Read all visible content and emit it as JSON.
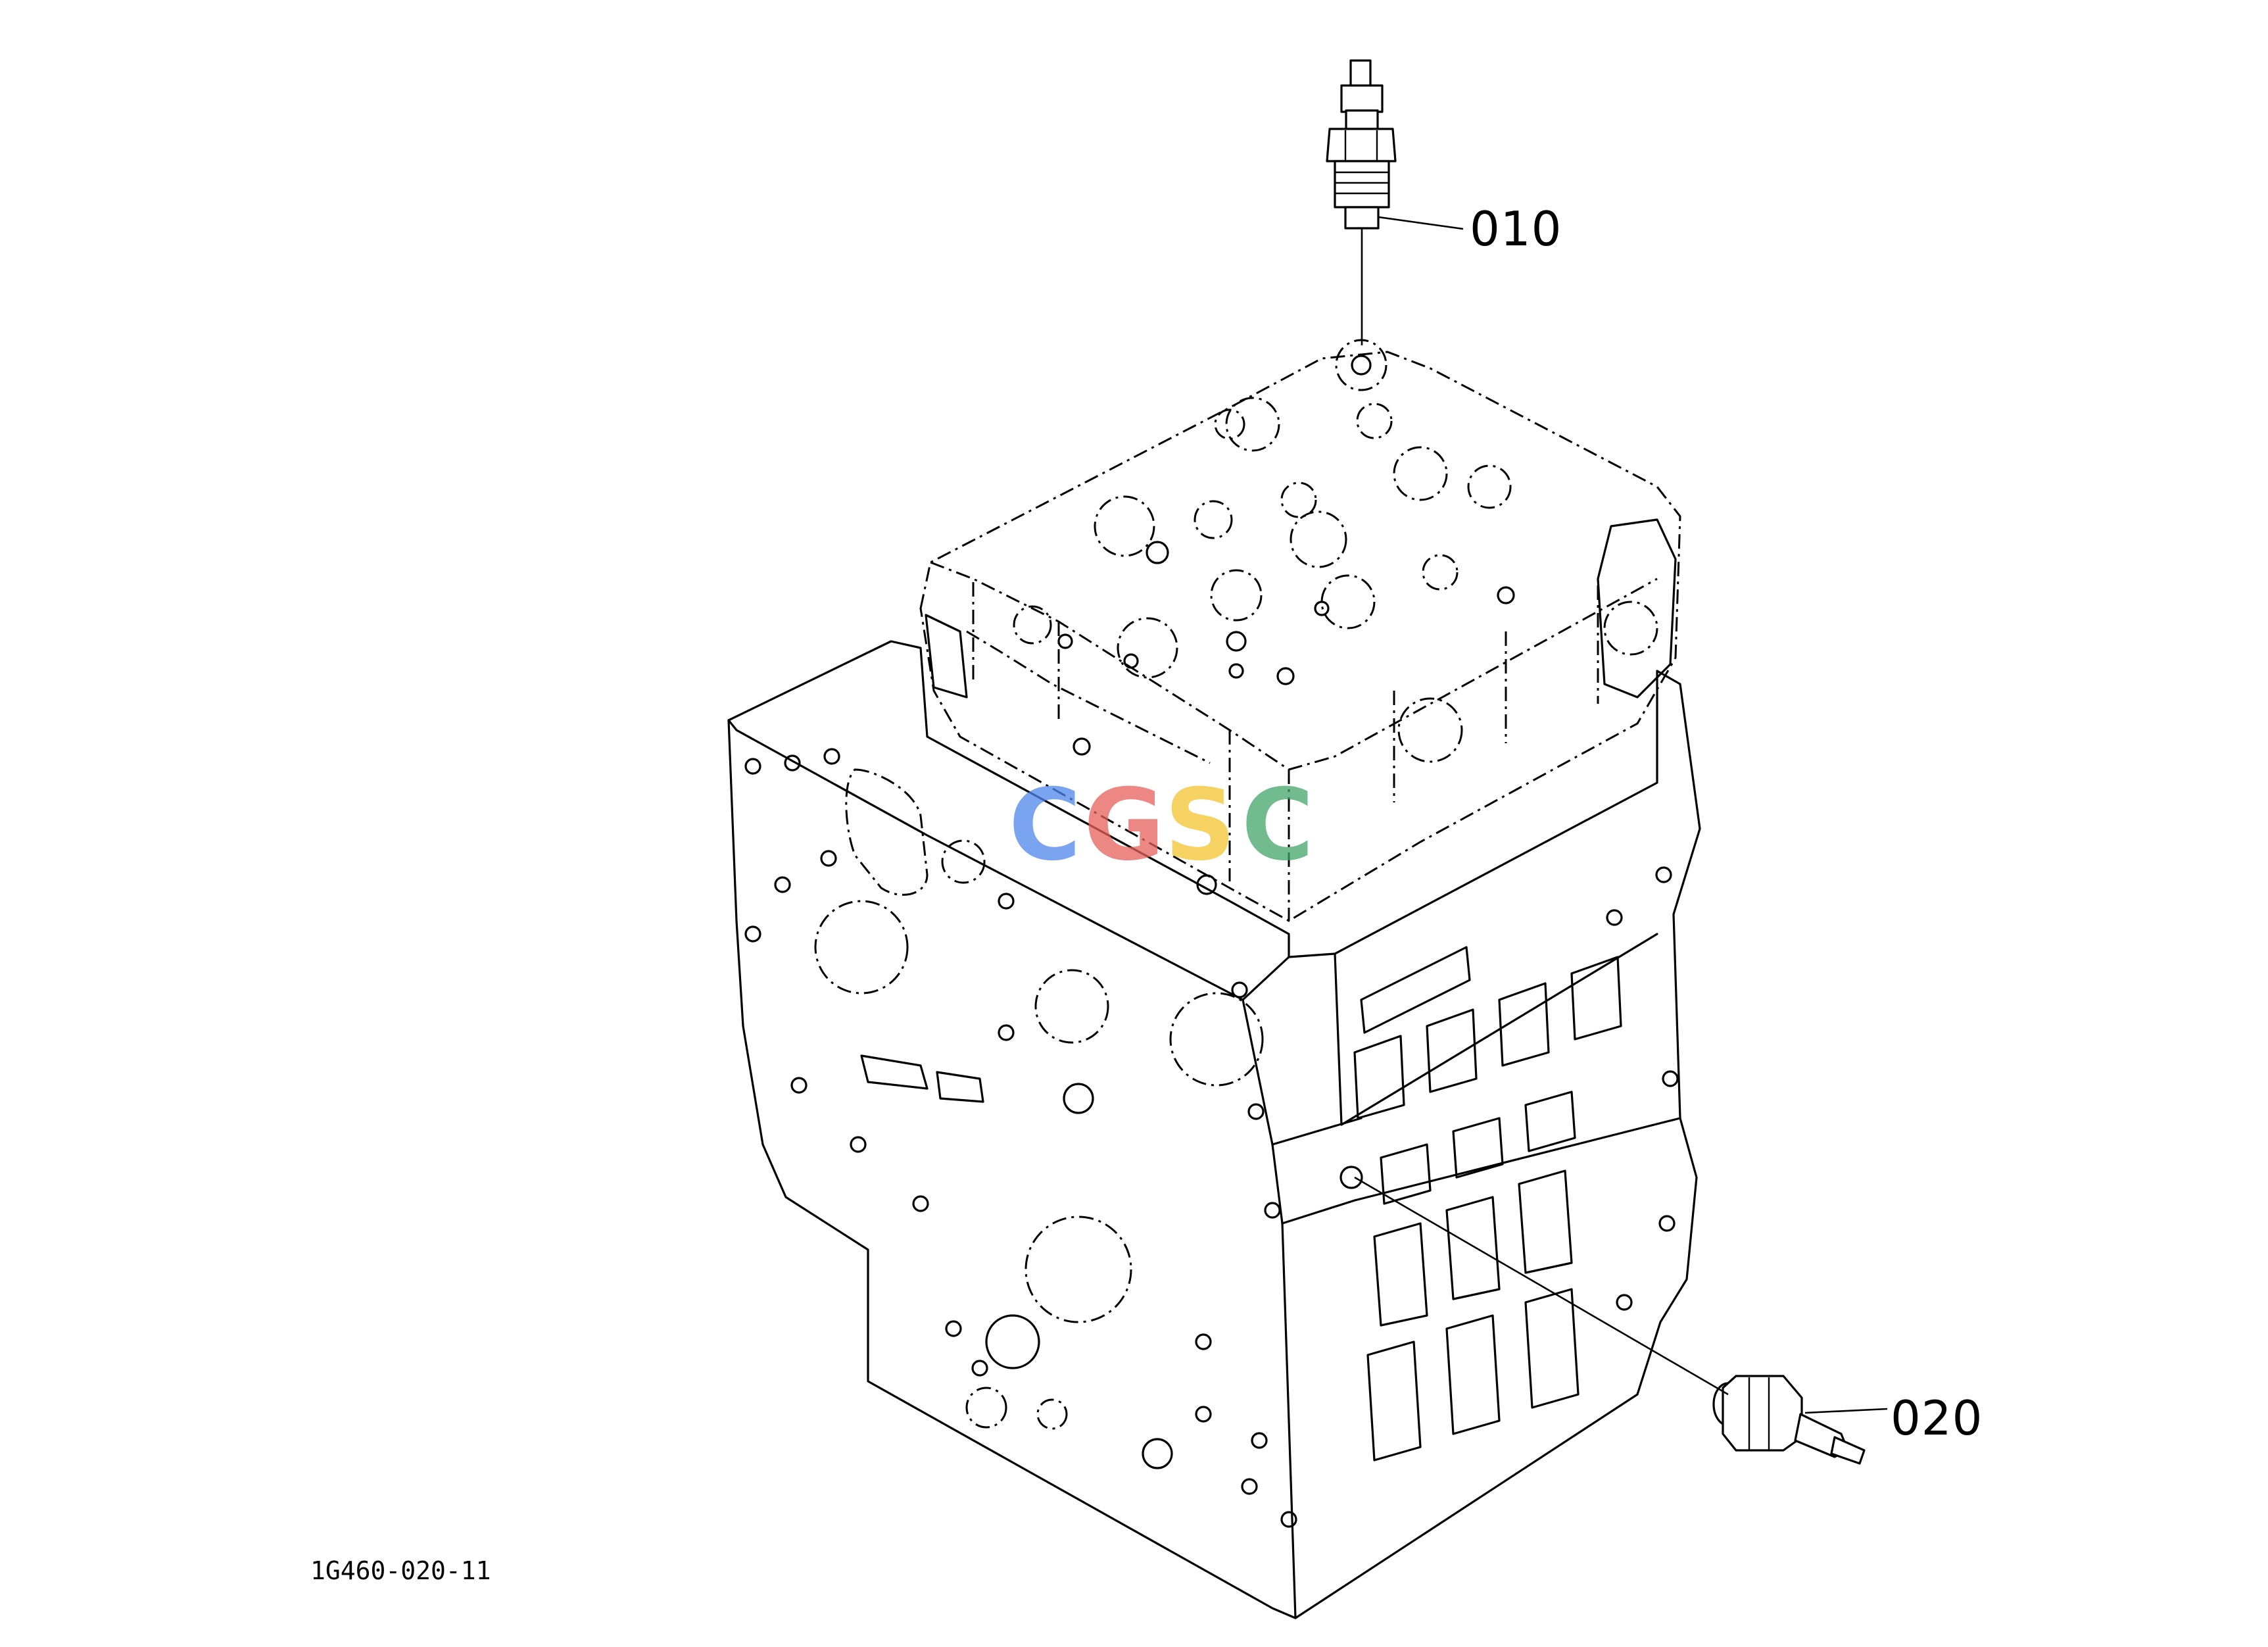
{
  "diagram": {
    "drawing_code": "1G460-020-11",
    "callouts": [
      {
        "id": "010",
        "label": "010"
      },
      {
        "id": "020",
        "label": "020"
      }
    ]
  },
  "watermark": {
    "letters": [
      "C",
      "G",
      "S",
      "C"
    ],
    "colors": [
      "#4f86ec",
      "#e8605a",
      "#f3c430",
      "#44a56a"
    ]
  }
}
